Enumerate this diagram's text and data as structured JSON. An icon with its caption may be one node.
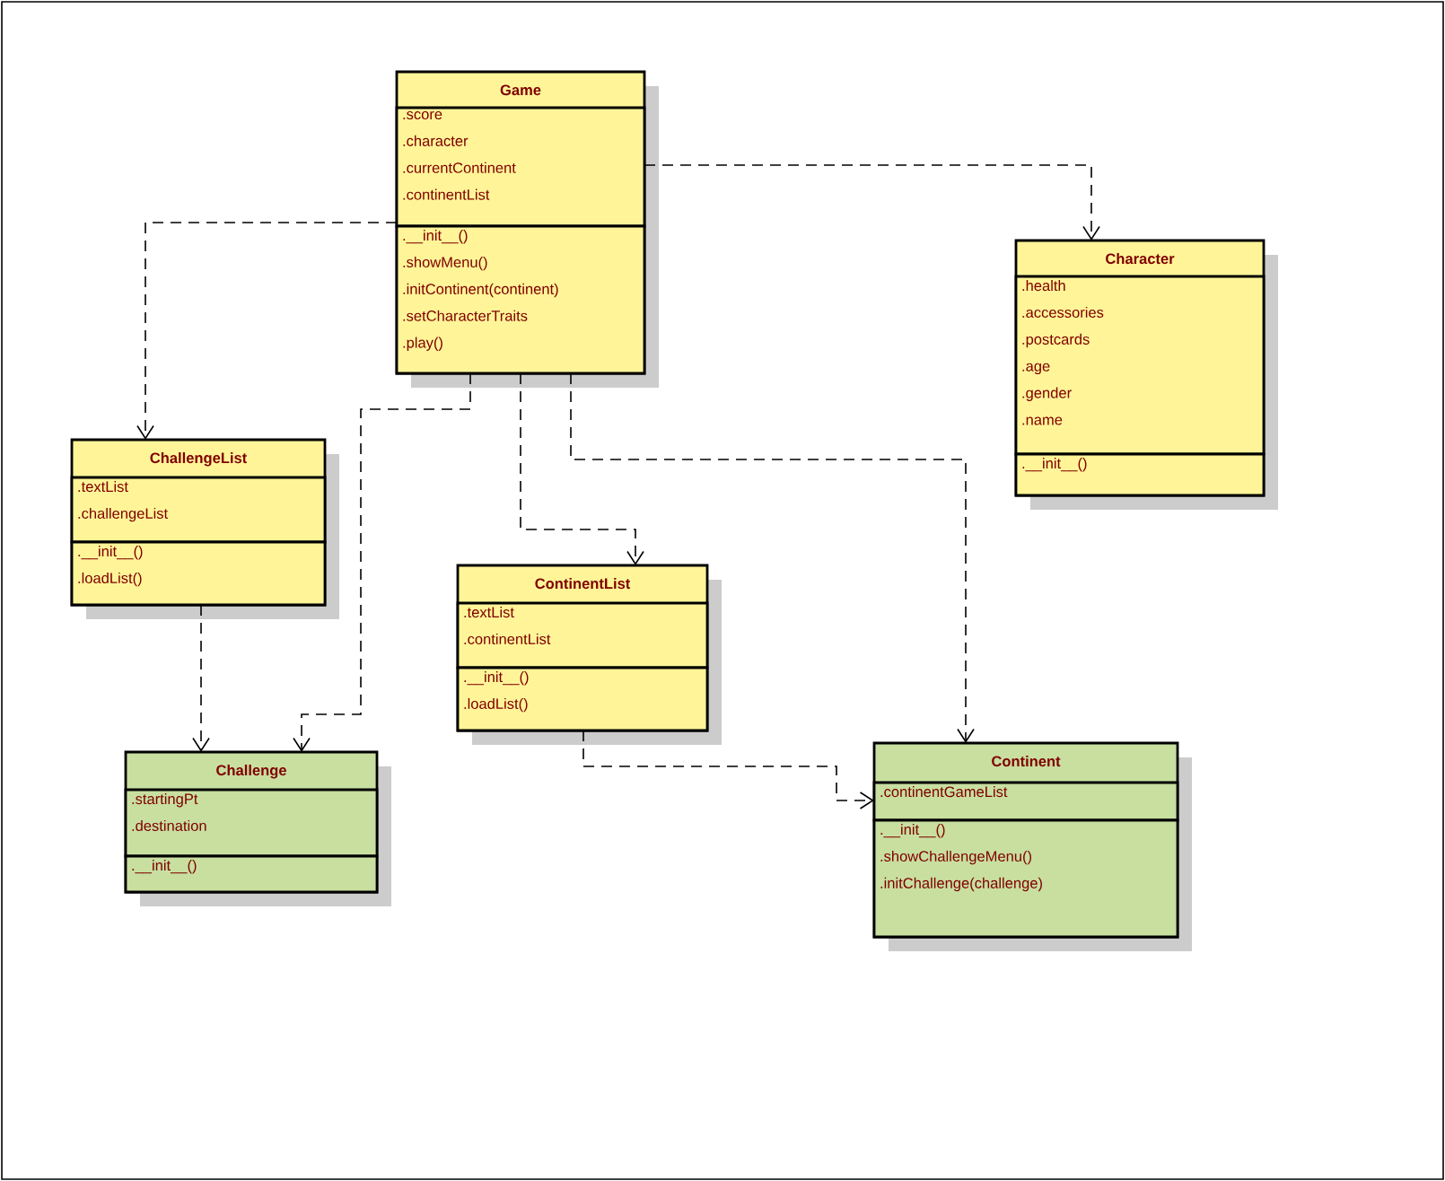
{
  "diagram": {
    "nodes": [
      {
        "text": [
          "Game"
        ]
      },
      {
        "text": [
          ".score",
          ".character",
          ".currentContinent",
          ".continentList"
        ],
        "in": 0
      },
      {
        "text": [
          ".__init__()",
          ".showMenu()",
          ".initContinent(continent)",
          ".setCharacterTraits",
          ".play()"
        ],
        "in": 0
      },
      {
        "text": [
          "Character"
        ]
      },
      {
        "text": [
          ".health",
          ".accessories",
          ".postcards",
          ".age",
          ".gender",
          ".name"
        ],
        "in": 3
      },
      {
        "text": [
          ".__init__()"
        ],
        "in": 3
      },
      {
        "text": [
          "ChallengeList"
        ]
      },
      {
        "text": [
          ".textList",
          ".challengeList"
        ],
        "in": 6
      },
      {
        "text": [
          ".__init__()",
          ".loadList()"
        ],
        "in": 6
      },
      {
        "text": [
          "ContinentList"
        ]
      },
      {
        "text": [
          ".textList",
          ".continentList"
        ],
        "in": 9
      },
      {
        "text": [
          ".__init__()",
          ".loadList()"
        ],
        "in": 9
      },
      {
        "text": [
          "Challenge"
        ]
      },
      {
        "text": [
          ".startingPt",
          ".destination"
        ],
        "in": 12
      },
      {
        "text": [
          ".__init__()"
        ],
        "in": 12
      },
      {
        "text": [
          "Continent"
        ]
      },
      {
        "text": [
          ".continentGameList"
        ],
        "in": 15
      },
      {
        "text": [
          ".__init__()",
          ".showChallengeMenu()",
          ".initChallenge(challenge)"
        ],
        "in": 15
      }
    ],
    "edges": [
      {
        "from": 0,
        "to": 3,
        "arrow": "to",
        "style": "dashed"
      },
      {
        "from": 0,
        "to": 6,
        "arrow": "to",
        "style": "dashed"
      },
      {
        "from": 0,
        "to": 12,
        "arrow": "to",
        "style": "dashed"
      },
      {
        "from": 0,
        "to": 9,
        "arrow": "to",
        "style": "dashed"
      },
      {
        "from": 0,
        "to": 15,
        "arrow": "to",
        "style": "dashed"
      },
      {
        "from": 6,
        "to": 12,
        "arrow": "to",
        "style": "dashed"
      },
      {
        "from": 9,
        "to": 15,
        "arrow": "to",
        "style": "dashed"
      }
    ]
  }
}
